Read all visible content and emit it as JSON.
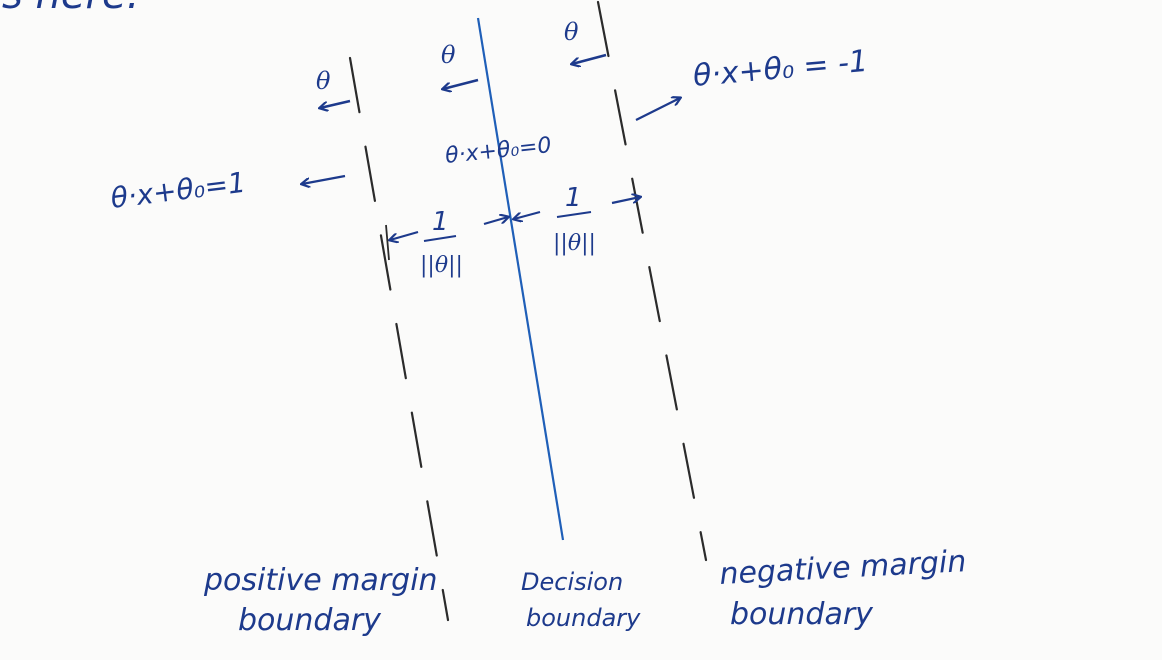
{
  "colors": {
    "ink": "#1d3a8c",
    "pencil": "#2b2b2b",
    "decision_line": "#1f5fb8",
    "paper": "#fbfbfa"
  },
  "top_fragment": "s here.",
  "theta_symbol": "θ",
  "labels": {
    "neg_eq": "θ·x+θ₀ = -1",
    "decision_eq": "θ·x+θ₀=0",
    "pos_eq": "θ·x+θ₀=1",
    "one": "1",
    "norm": "||θ||",
    "positive_margin": "positive margin",
    "positive_margin_2": "boundary",
    "decision": "Decision",
    "decision_2": "boundary",
    "negative_margin": "negative margin",
    "negative_margin_2": "boundary"
  }
}
